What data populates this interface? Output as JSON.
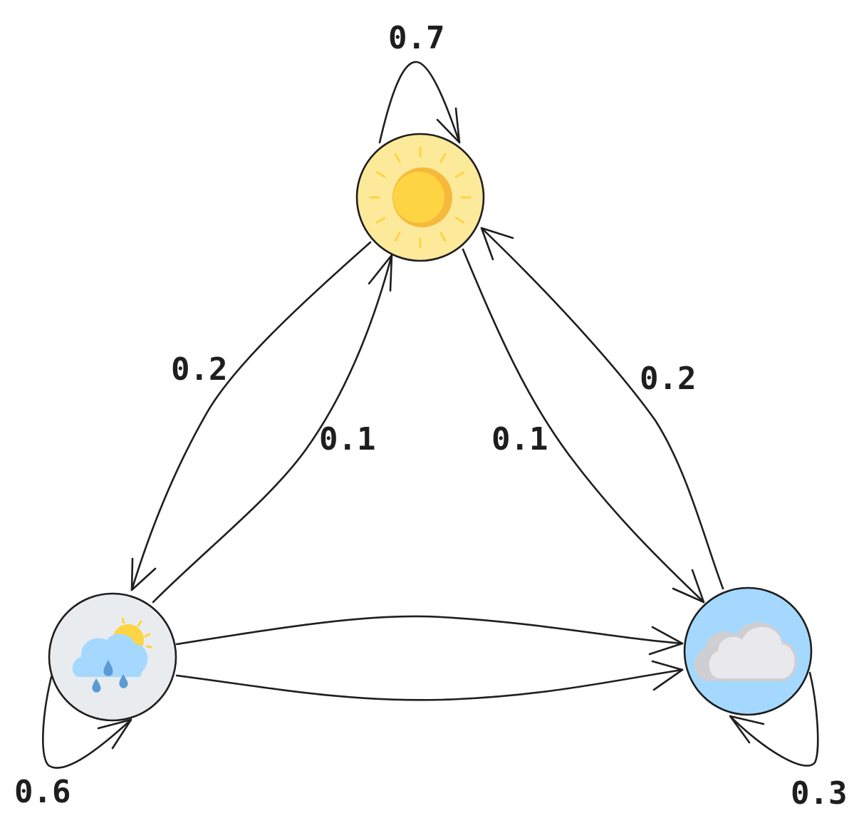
{
  "diagram": {
    "colors": {
      "ink": "#1e1e1e",
      "sunny_fill": "#fde99a",
      "sun_core": "#fdd441",
      "sun_core_shade": "#f6b93b",
      "rainy_fill": "#e9ecef",
      "cloudy_fill": "#a5d8ff",
      "cloud_light": "#e9e8ec",
      "cloud_shade": "#cfced3",
      "rain_drop": "#5b9bd5",
      "rain_cloud": "#a5d8ff"
    },
    "nodes": [
      {
        "id": "sunny",
        "icon": "sun-icon"
      },
      {
        "id": "rainy",
        "icon": "rain-cloud-sun-icon"
      },
      {
        "id": "cloudy",
        "icon": "cloud-icon"
      }
    ],
    "labels": {
      "sunny_self": "0.7",
      "sunny_to_rainy": "0.2",
      "rainy_to_sunny": "0.1",
      "sunny_to_cloudy": "0.1",
      "cloudy_to_sunny": "0.2",
      "rainy_self": "0.6",
      "cloudy_self": "0.3"
    }
  }
}
